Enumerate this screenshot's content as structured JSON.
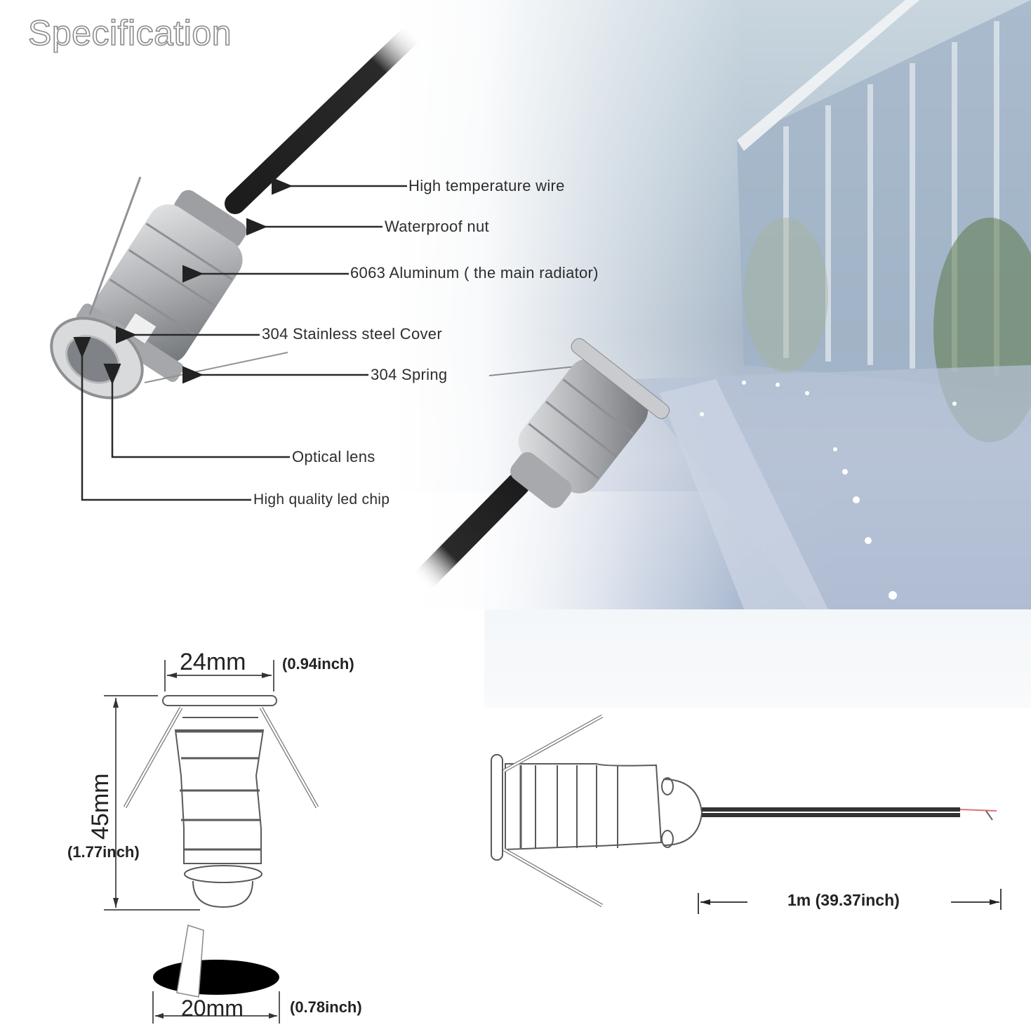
{
  "title": "Specification",
  "callouts": [
    {
      "id": "wire",
      "label": "High temperature wire"
    },
    {
      "id": "nut",
      "label": "Waterproof nut"
    },
    {
      "id": "radiator",
      "label": "6063 Aluminum ( the main radiator)"
    },
    {
      "id": "cover",
      "label": "304 Stainless steel Cover"
    },
    {
      "id": "spring",
      "label": "304 Spring"
    },
    {
      "id": "lens",
      "label": "Optical lens"
    },
    {
      "id": "chip",
      "label": "High quality led chip"
    }
  ],
  "dimensions": {
    "width": {
      "mm": "24mm",
      "inch": "(0.94inch)"
    },
    "height": {
      "mm": "45mm",
      "inch": "(1.77inch)"
    },
    "cutout": {
      "mm": "20mm",
      "inch": "(0.78inch)"
    },
    "cable": {
      "length": "1m (39.37inch)"
    }
  },
  "colors": {
    "text": "#2d2d2d",
    "metal": "#b4b6b9",
    "cable": "#1e1e1e",
    "photo_tint": "#a9b8c8",
    "wire_red": "#e0707a"
  }
}
